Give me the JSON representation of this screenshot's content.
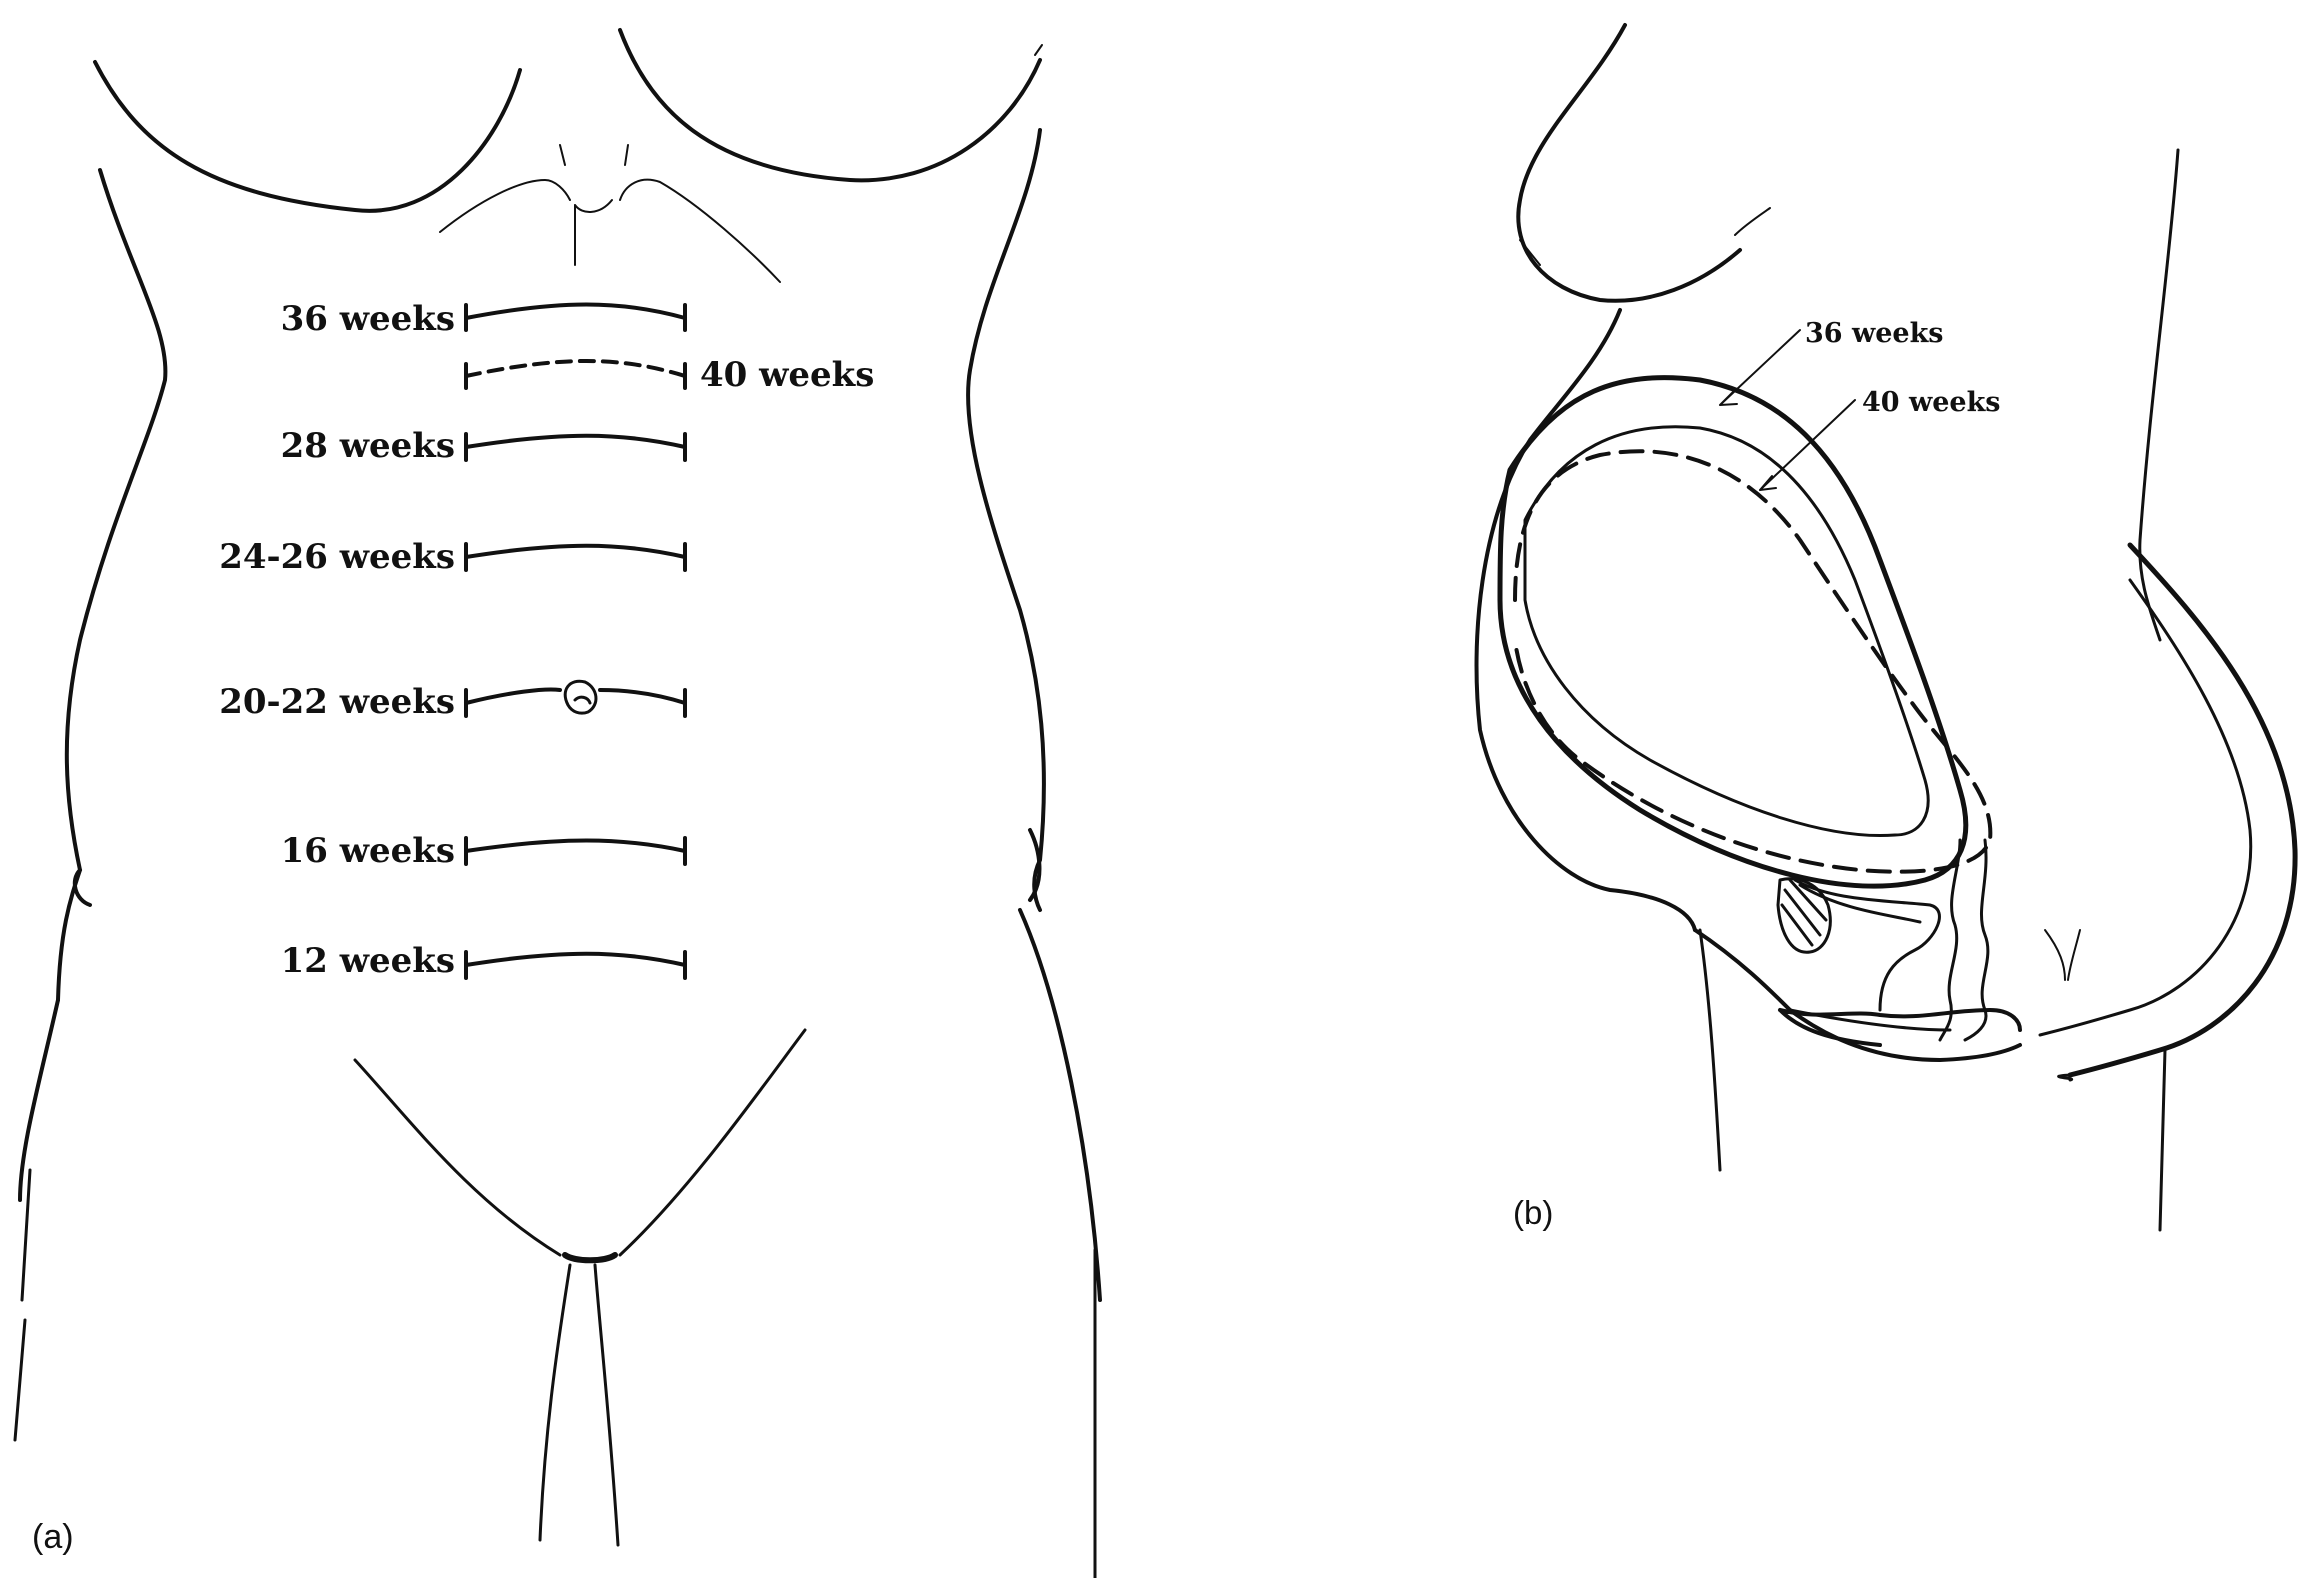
{
  "panel_a": {
    "label": "(a)",
    "fundal_levels": [
      {
        "label": "36 weeks",
        "style": "solid"
      },
      {
        "label": "40 weeks",
        "style": "dashed"
      },
      {
        "label": "28 weeks",
        "style": "solid"
      },
      {
        "label": "24-26 weeks",
        "style": "solid"
      },
      {
        "label": "20-22 weeks",
        "style": "solid"
      },
      {
        "label": "16 weeks",
        "style": "solid"
      },
      {
        "label": "12 weeks",
        "style": "solid"
      }
    ]
  },
  "panel_b": {
    "label": "(b)",
    "fundal_levels": [
      {
        "label": "36 weeks",
        "style": "solid"
      },
      {
        "label": "40 weeks",
        "style": "dashed"
      }
    ]
  }
}
